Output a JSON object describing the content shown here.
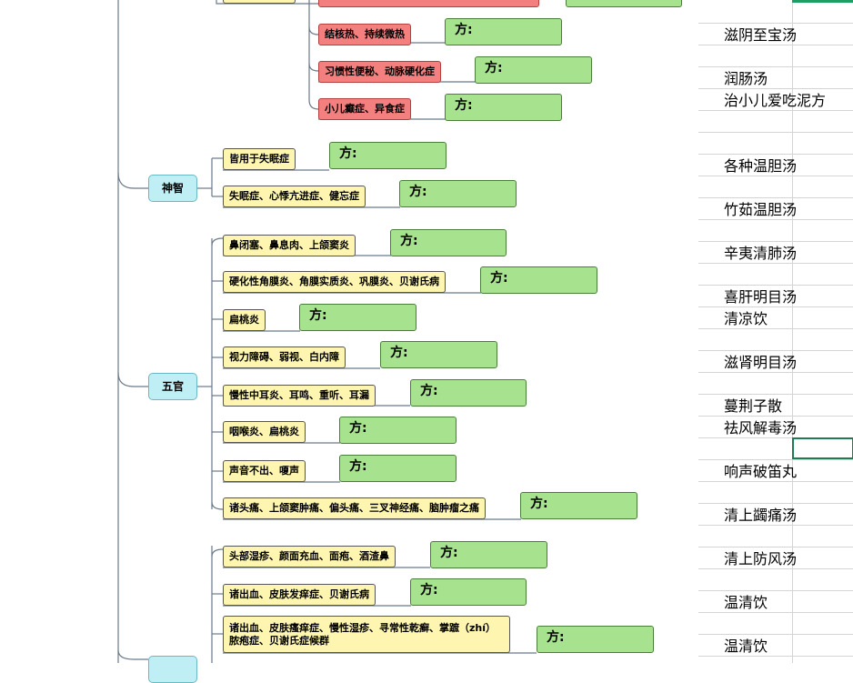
{
  "mindmap": {
    "categories": [
      {
        "label": "神智"
      },
      {
        "label": "五官"
      },
      {
        "label": ""
      }
    ],
    "symptoms_top": [
      {
        "text": "结核热、持续微热"
      },
      {
        "text": "习惯性便秘、动脉硬化症"
      },
      {
        "text": "小儿癫症、异食症"
      }
    ],
    "symptoms_shenzhi": [
      {
        "text": "皆用于失眠症"
      },
      {
        "text": "失眠症、心悸亢进症、健忘症"
      }
    ],
    "symptoms_wuguan": [
      {
        "text": "鼻闭塞、鼻息肉、上颌窦炎"
      },
      {
        "text": "硬化性角膜炎、角膜实质炎、巩膜炎、贝谢氏病"
      },
      {
        "text": "扁桃炎"
      },
      {
        "text": "视力障碍、弱视、白内障"
      },
      {
        "text": "慢性中耳炎、耳鸣、重听、耳漏"
      },
      {
        "text": "咽喉炎、扁桃炎"
      },
      {
        "text": "声音不出、嗄声"
      },
      {
        "text": "诸头痛、上颌窦肿痛、偏头痛、三叉神经痛、脑肿瘤之痛"
      }
    ],
    "symptoms_skin": [
      {
        "text": "头部湿疹、颜面充血、面疱、酒渣鼻"
      },
      {
        "text": "诸出血、皮肤发痒症、贝谢氏病"
      },
      {
        "text": "诸出血、皮肤瘙痒症、慢性湿疹、寻常性乾癣、掌蹠（zhí）脓疱症、贝谢氏症候群"
      }
    ],
    "prescription_label": "方:"
  },
  "sheet": {
    "rows": [
      {
        "text": ""
      },
      {
        "text": "滋阴至宝汤"
      },
      {
        "text": ""
      },
      {
        "text": "润肠汤"
      },
      {
        "text": "治小儿爱吃泥方"
      },
      {
        "text": ""
      },
      {
        "text": ""
      },
      {
        "text": "各种温胆汤"
      },
      {
        "text": ""
      },
      {
        "text": "竹茹温胆汤"
      },
      {
        "text": ""
      },
      {
        "text": "辛夷清肺汤"
      },
      {
        "text": ""
      },
      {
        "text": "喜肝明目汤"
      },
      {
        "text": "清凉饮"
      },
      {
        "text": ""
      },
      {
        "text": "滋肾明目汤"
      },
      {
        "text": ""
      },
      {
        "text": "蔓荆子散"
      },
      {
        "text": "祛风解毒汤"
      },
      {
        "text": ""
      },
      {
        "text": "响声破笛丸"
      },
      {
        "text": ""
      },
      {
        "text": "清上蠲痛汤"
      },
      {
        "text": ""
      },
      {
        "text": "清上防风汤"
      },
      {
        "text": ""
      },
      {
        "text": "温清饮"
      },
      {
        "text": ""
      },
      {
        "text": "温清饮"
      }
    ]
  },
  "colors": {
    "symptom_fill": "#fdf5b0",
    "symptom_red_fill": "#f47f7f",
    "prescription_fill": "#a7e38f",
    "category_fill": "#bfeff4",
    "connector": "#6b7a8a",
    "selection": "#1e7b52"
  }
}
